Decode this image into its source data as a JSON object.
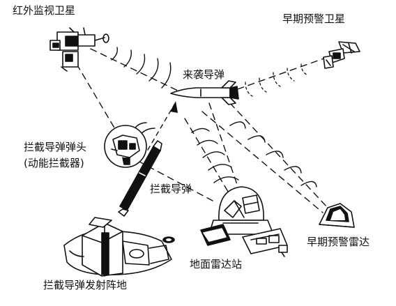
{
  "labels": {
    "ir_satellite": "红外监视卫星",
    "early_warning_satellite": "早期预警卫星",
    "incoming_missile": "来袭导弹",
    "interceptor_warhead_line1": "拦截导弹弹头",
    "interceptor_warhead_line2": "(动能拦截器)",
    "interceptor_missile": "拦截导弹",
    "early_warning_radar": "早期预警雷达",
    "ground_radar_station": "地面雷达站",
    "launch_site": "拦截导弹发射阵地"
  },
  "colors": {
    "ink": "#111111",
    "background": "#ffffff"
  }
}
